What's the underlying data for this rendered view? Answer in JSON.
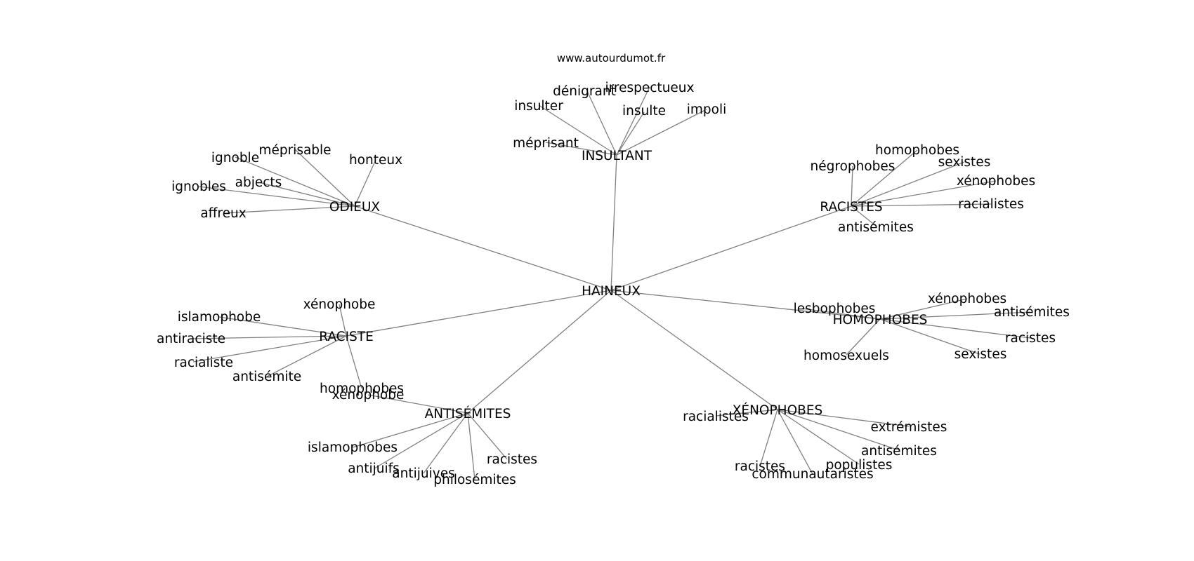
{
  "header": {
    "site": "www.autourdumot.fr"
  },
  "graph": {
    "edge_color": "#808080",
    "text_color": "#000000",
    "center": "HAINEUX",
    "groups": [
      {
        "name": "INSULTANT",
        "words": [
          "insulter",
          "dénigrant",
          "irrespectueux",
          "insulte",
          "impoli",
          "méprisant"
        ]
      },
      {
        "name": "ODIEUX",
        "words": [
          "ignoble",
          "méprisable",
          "honteux",
          "ignobles",
          "abjects",
          "affreux"
        ]
      },
      {
        "name": "RACISTES",
        "words": [
          "négrophobes",
          "homophobes",
          "sexistes",
          "xénophobes",
          "racialistes",
          "antisémites"
        ]
      },
      {
        "name": "RACISTE",
        "words": [
          "xénophobe",
          "islamophobe",
          "antiraciste",
          "racialiste",
          "antisémite",
          "homophobes"
        ]
      },
      {
        "name": "HOMOPHOBES",
        "words": [
          "lesbophobes",
          "xénophobes",
          "antisémites",
          "racistes",
          "sexistes",
          "homosexuels"
        ]
      },
      {
        "name": "ANTISÉMITES",
        "words": [
          "xénophobe",
          "islamophobes",
          "antijuifs",
          "antijuives",
          "philosémites",
          "racistes"
        ]
      },
      {
        "name": "XÉNOPHOBES",
        "words": [
          "racialistes",
          "extrémistes",
          "antisémites",
          "populistes",
          "communautaristes",
          "racistes"
        ]
      }
    ]
  }
}
